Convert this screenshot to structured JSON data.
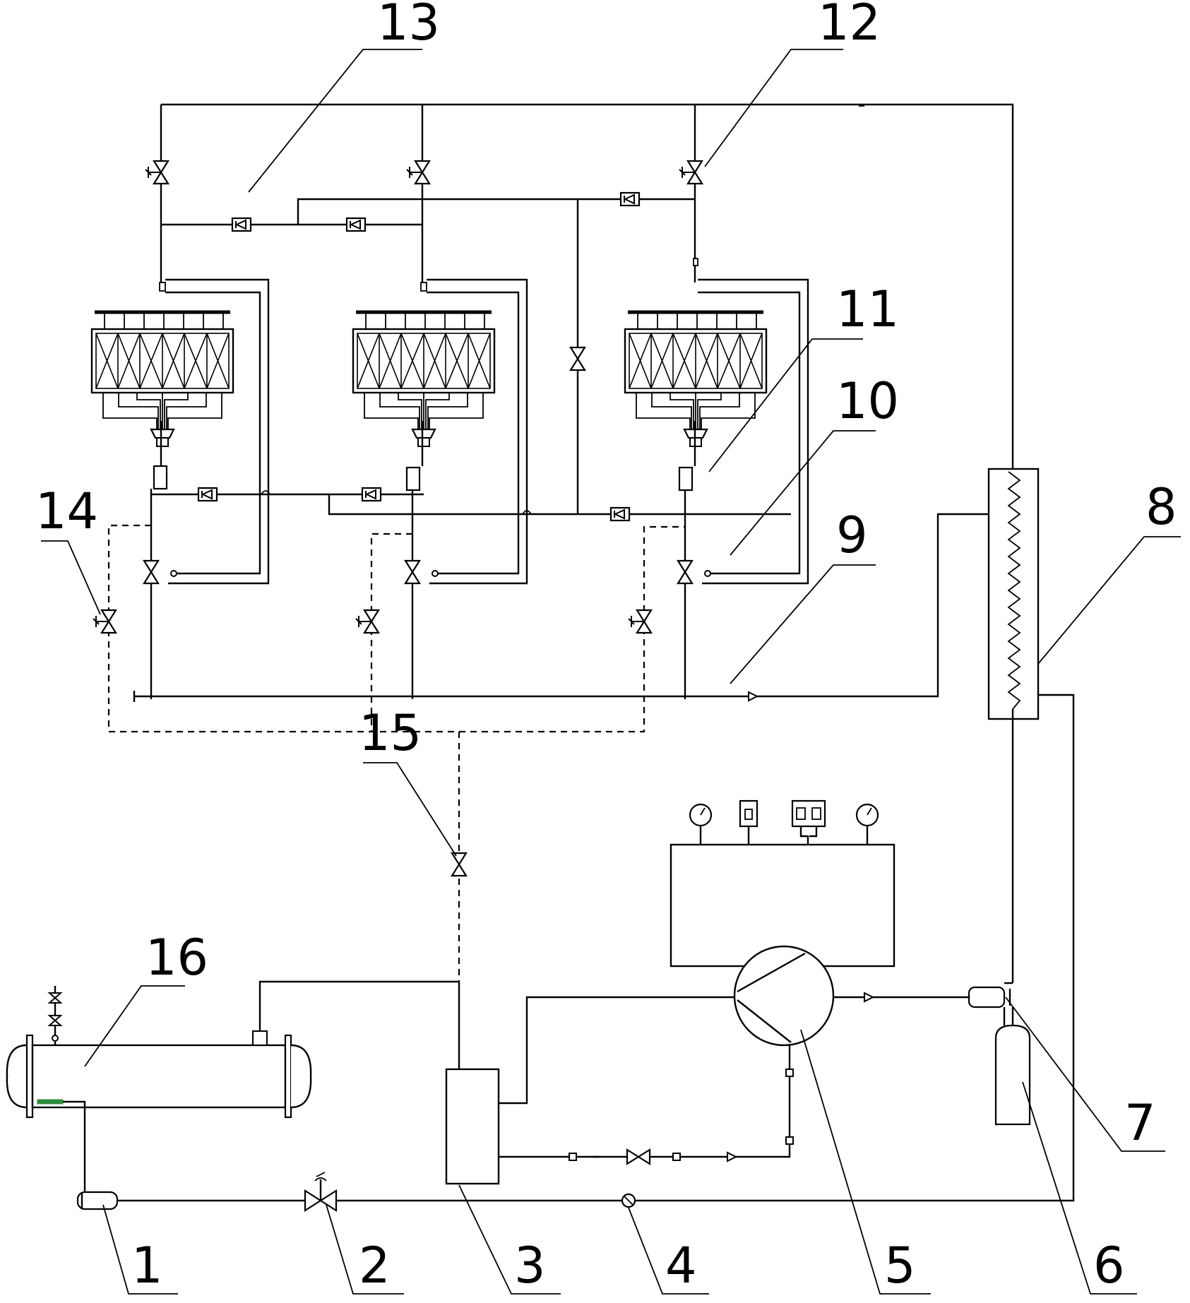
{
  "labels": {
    "l1": "1",
    "l2": "2",
    "l3": "3",
    "l4": "4",
    "l5": "5",
    "l6": "6",
    "l7": "7",
    "l8": "8",
    "l9": "9",
    "l10": "10",
    "l11": "11",
    "l12": "12",
    "l13": "13",
    "l14": "14",
    "l15": "15",
    "l16": "16"
  },
  "colors": {
    "line": "#000000",
    "accent": "#2e8b3a",
    "background": "#ffffff"
  }
}
